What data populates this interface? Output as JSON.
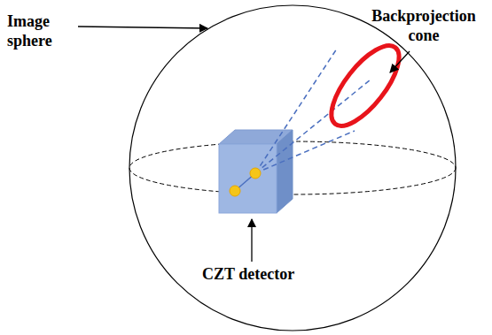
{
  "diagram": {
    "labels": [
      "Image sphere",
      "Backprojection cone",
      "CZT detector"
    ]
  }
}
